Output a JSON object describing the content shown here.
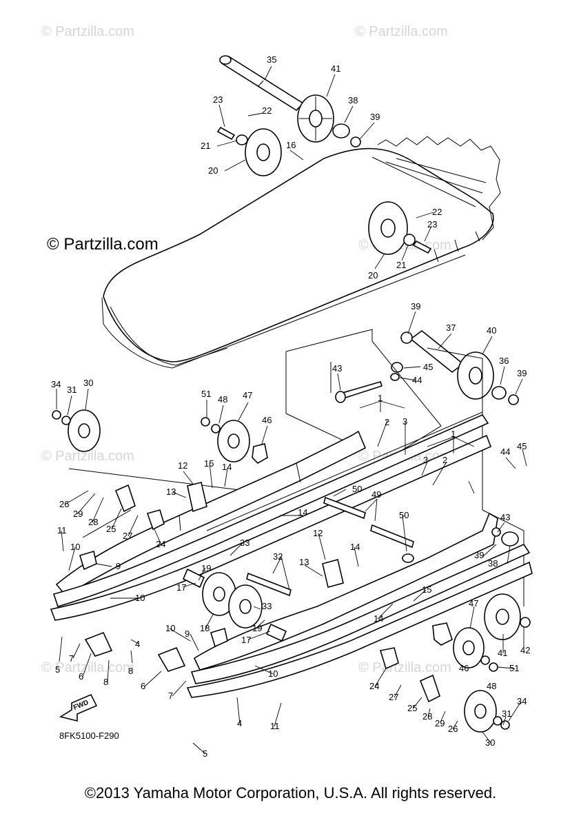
{
  "watermarks": {
    "primary": "© Partzilla.com",
    "faint": "© Partzilla.com"
  },
  "diagram_code": "8FK5100-F290",
  "fwd_label": "FWD",
  "copyright": "©2013 Yamaha Motor Corporation, U.S.A. All rights reserved.",
  "callouts": [
    "35",
    "41",
    "23",
    "22",
    "38",
    "39",
    "21",
    "16",
    "20",
    "22",
    "23",
    "20",
    "21",
    "39",
    "37",
    "40",
    "36",
    "39",
    "43",
    "45",
    "44",
    "34",
    "31",
    "30",
    "51",
    "48",
    "47",
    "1",
    "2",
    "3",
    "46",
    "1",
    "44",
    "45",
    "3",
    "2",
    "12",
    "15",
    "14",
    "13",
    "50",
    "49",
    "43",
    "26",
    "29",
    "28",
    "25",
    "27",
    "24",
    "14",
    "50",
    "39",
    "38",
    "11",
    "33",
    "10",
    "9",
    "32",
    "12",
    "13",
    "14",
    "19",
    "17",
    "10",
    "15",
    "18",
    "33",
    "19",
    "14",
    "47",
    "17",
    "4",
    "10",
    "9",
    "42",
    "7",
    "6",
    "8",
    "5",
    "8",
    "6",
    "10",
    "41",
    "7",
    "24",
    "27",
    "46",
    "51",
    "48",
    "25",
    "28",
    "29",
    "26",
    "31",
    "34",
    "4",
    "11",
    "5",
    "30"
  ]
}
